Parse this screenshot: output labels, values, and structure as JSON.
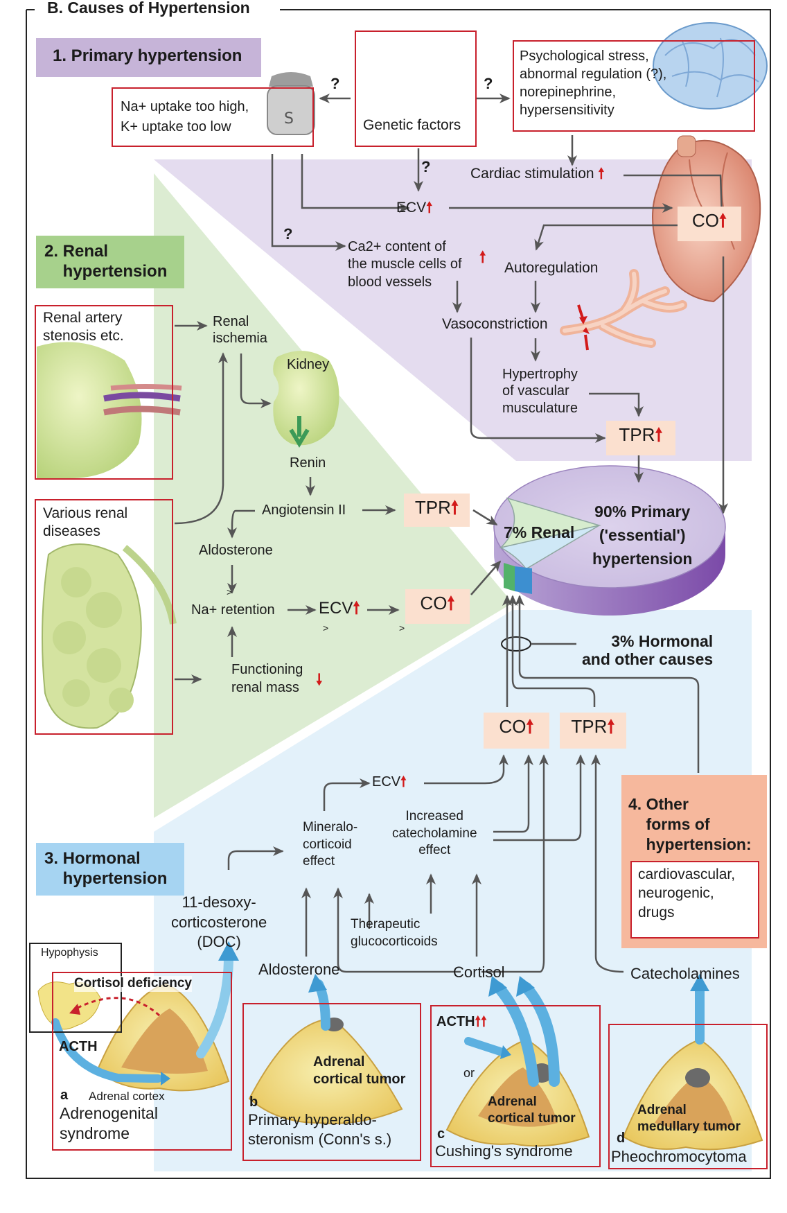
{
  "figure_title": "B. Causes of Hypertension",
  "colors": {
    "primary_header": "#c6b4d8",
    "renal_header": "#a7d18c",
    "hormonal_header": "#a6d4f2",
    "other_header": "#f6b89d",
    "box_border": "#c8202c",
    "increase_arrow": "#d21a1a",
    "pill_fill": "#fbe0cf"
  },
  "section1": {
    "title": "1. Primary hypertension",
    "salt_text": "Na+ uptake too high,\nK+ uptake too low",
    "salt_icon": "salt-shaker-icon",
    "genetic_label": "Genetic factors",
    "genetic_icon": "couple-icon",
    "psych_text": "Psychological stress,\nabnormal regulation (?),\nnorepinephrine,\nhypersensitivity",
    "brain_icon": "brain-icon",
    "q1": "?",
    "q2": "?",
    "q3": "?",
    "q4": "?",
    "cardiac_stimulation": "Cardiac stimulation",
    "ecv": "ECV",
    "co": "CO",
    "heart_icon": "heart-icon",
    "ca_text": "Ca2+ content of\nthe muscle cells of\nblood vessels",
    "autoregulation": "Autoregulation",
    "vasoconstriction": "Vasoconstriction",
    "vessel_icon": "blood-vessel-icon",
    "hypertrophy": "Hypertrophy\nof vascular\nmusculature",
    "tpr": "TPR"
  },
  "section2": {
    "title": "2. Renal\n    hypertension",
    "stenosis": "Renal artery\nstenosis etc.",
    "renal_diseases": "Various renal\ndiseases",
    "ischemia": "Renal\nischemia",
    "kidney": "Kidney",
    "renin": "Renin",
    "angiotensin": "Angiotensin II",
    "tpr": "TPR",
    "aldosterone": "Aldosterone",
    "na_retention": "Na+ retention",
    "ecv": "ECV",
    "co": "CO",
    "functioning_mass": "Functioning\nrenal mass",
    "gt1": ">",
    "gt2": ">",
    "gt3": ">"
  },
  "pie": {
    "primary_label": "90% Primary\n('essential')\nhypertension",
    "renal_label": "7% Renal",
    "other_label": "3% Hormonal\nand other causes"
  },
  "chart_data": {
    "type": "pie",
    "categories": [
      "Primary ('essential') hypertension",
      "Renal",
      "Hormonal and other causes"
    ],
    "values": [
      90,
      7,
      3
    ]
  },
  "section3": {
    "title": "3. Hormonal\n    hypertension",
    "co": "CO",
    "tpr": "TPR",
    "ecv": "ECV",
    "mineralo": "Mineralo-\ncorticoid\neffect",
    "catechol_effect": "Increased\ncatecholamine\neffect",
    "doc": "11-desoxy-\ncorticosterone\n(DOC)",
    "therapeutic": "Therapeutic\nglucocorticoids",
    "aldosterone": "Aldosterone",
    "cortisol": "Cortisol",
    "catecholamines": "Catecholamines",
    "hypophysis": "Hypophysis",
    "cortisol_deficiency": "Cortisol deficiency",
    "acth": "ACTH",
    "adrenal_cortex": "Adrenal cortex",
    "a_letter": "a",
    "a_text": "Adrenogenital\nsyndrome",
    "b_letter": "b",
    "b_tumor": "Adrenal\ncortical tumor",
    "b_text": "Primary hyperaldo-\nsteronism (Conn's s.)",
    "c_acth": "ACTH",
    "c_or": "or",
    "c_tumor": "Adrenal\ncortical tumor",
    "c_letter": "c",
    "c_text": "Cushing's syndrome",
    "d_tumor": "Adrenal\nmedullary tumor",
    "d_letter": "d",
    "d_text": "Pheochromocytoma"
  },
  "section4": {
    "title": "4. Other\n    forms of\n    hypertension:",
    "items": "cardiovascular,\nneurogenic,\ndrugs"
  }
}
